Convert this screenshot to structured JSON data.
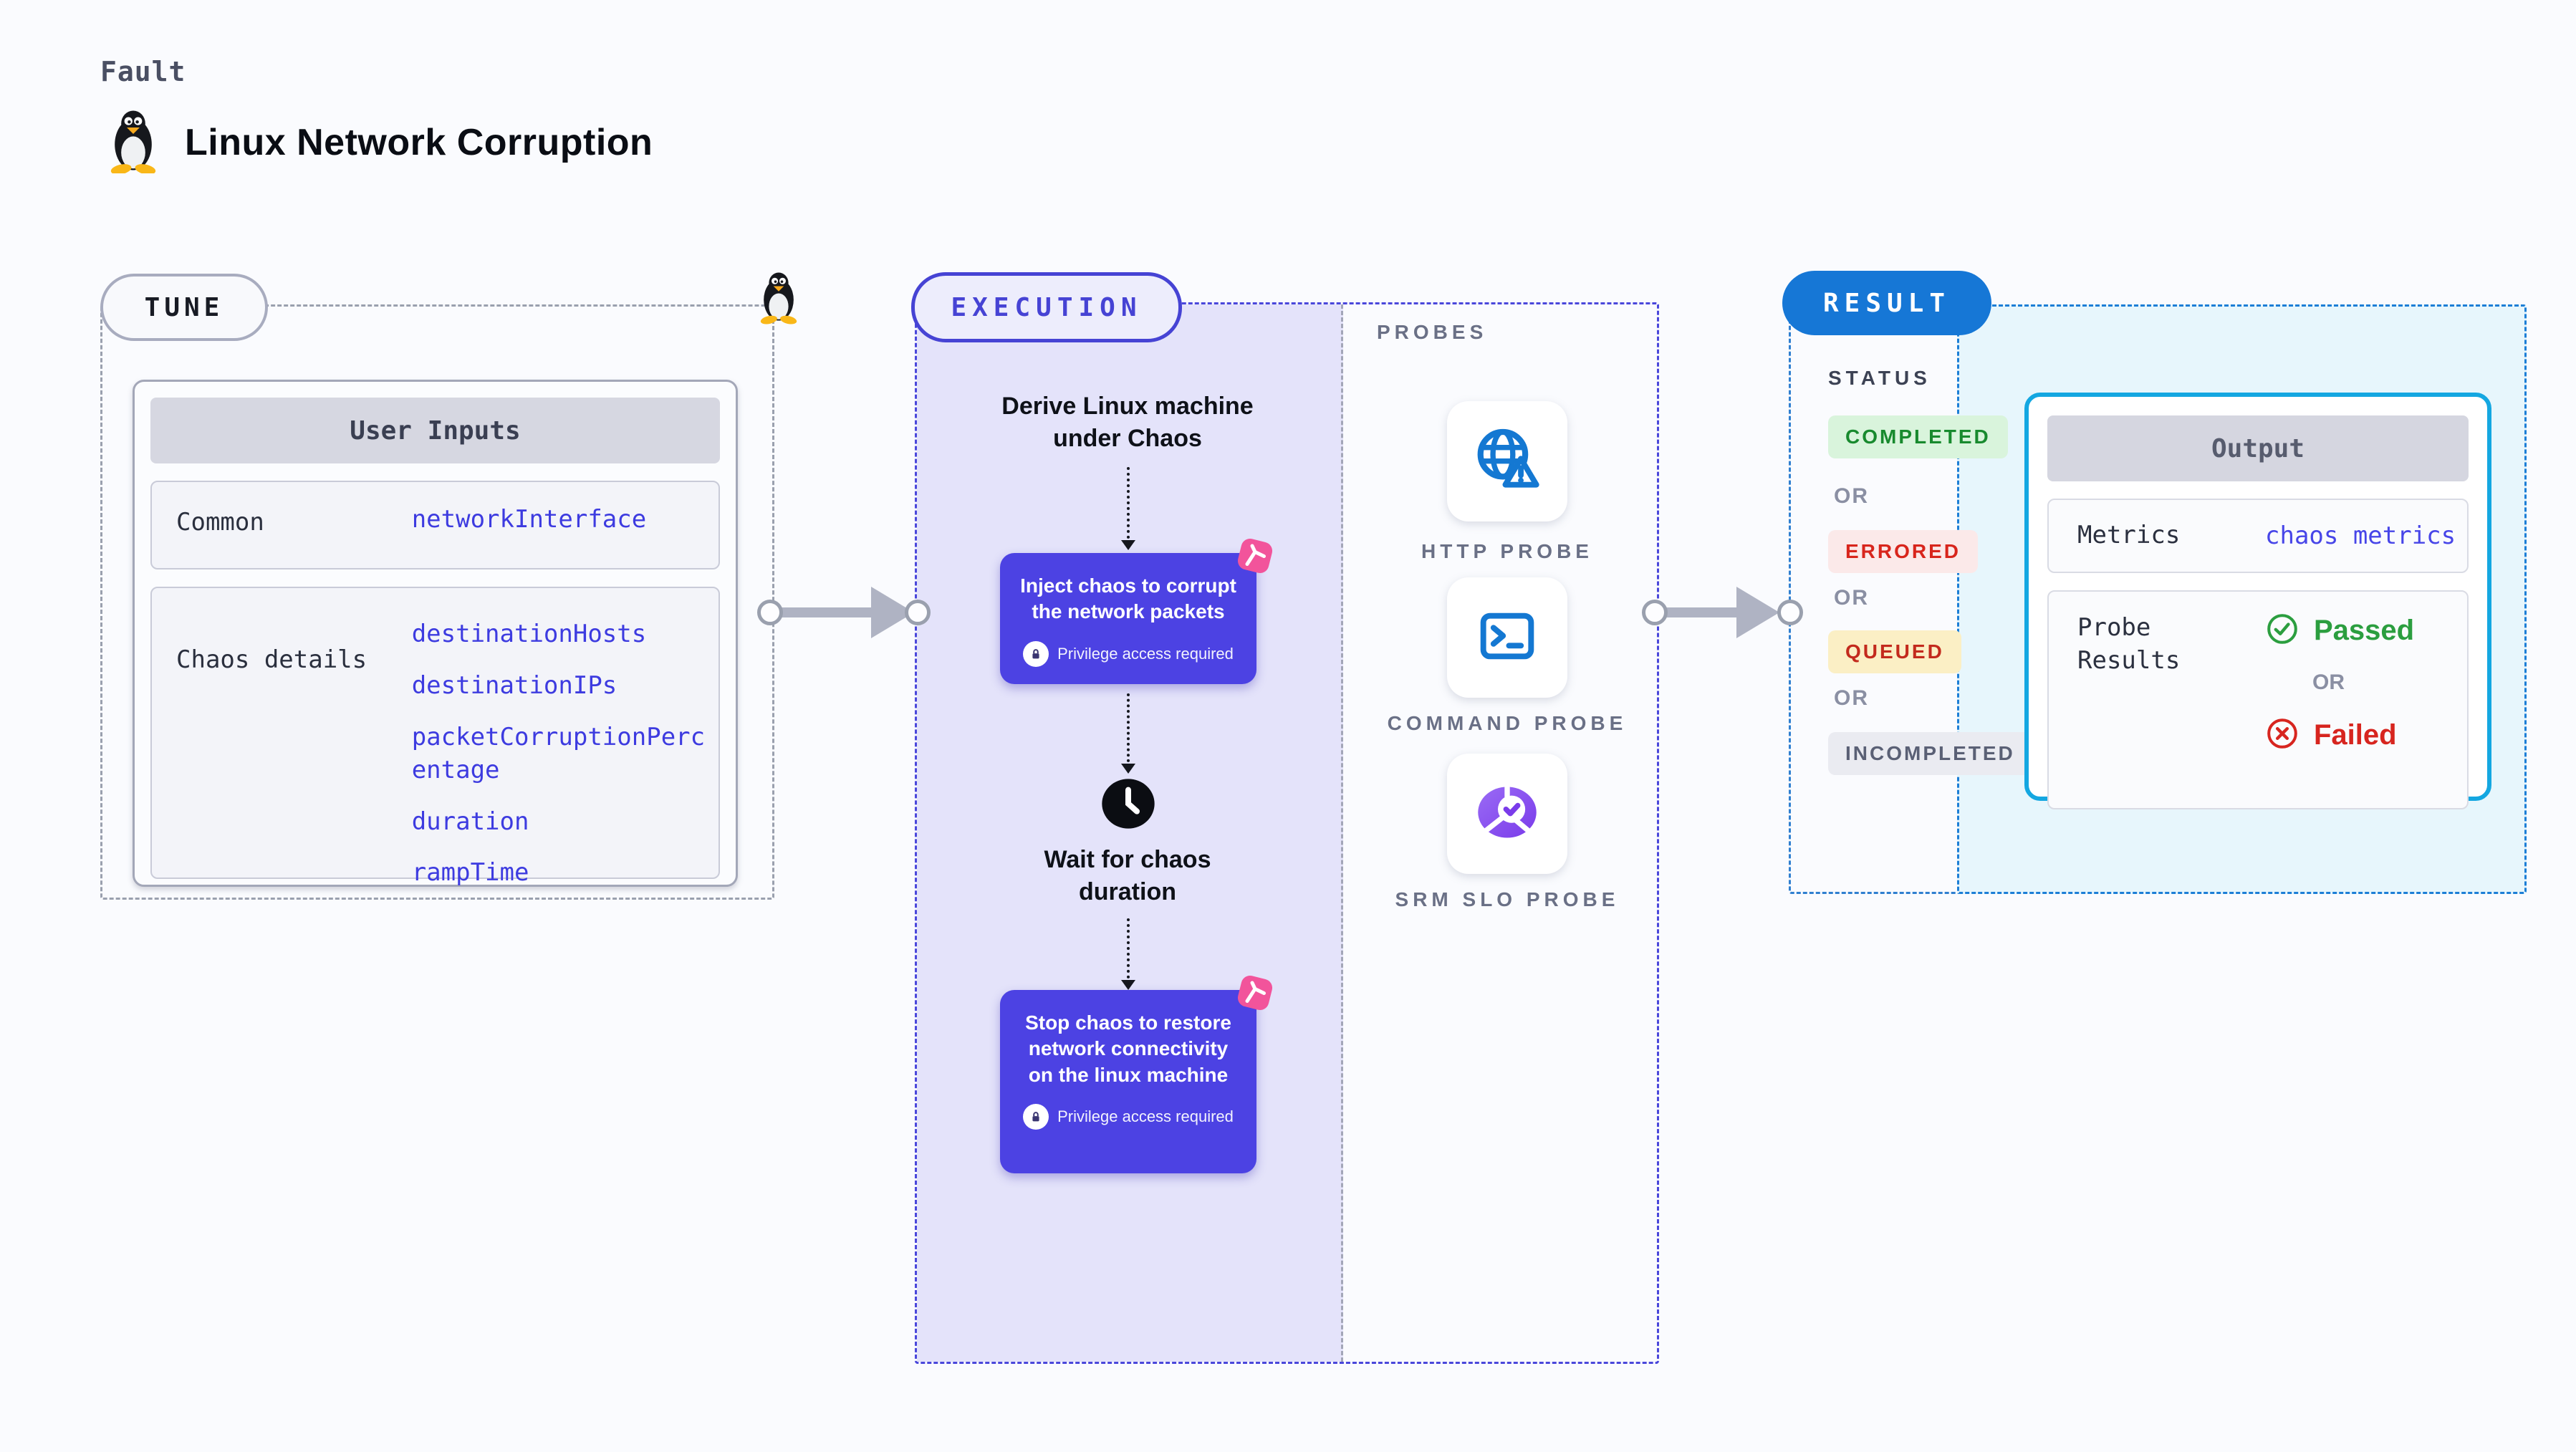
{
  "page": {
    "kicker": "Fault",
    "title": "Linux Network Corruption"
  },
  "tune": {
    "badge": "TUNE",
    "inputs_title": "User Inputs",
    "rows": [
      {
        "label": "Common",
        "values": [
          "networkInterface"
        ]
      },
      {
        "label": "Chaos details",
        "values": [
          "destinationHosts",
          "destinationIPs",
          "packetCorruptionPercentage",
          "duration",
          "rampTime"
        ]
      }
    ]
  },
  "execution": {
    "badge": "EXECUTION",
    "derive_step": "Derive Linux machine under Chaos",
    "inject_step": "Inject chaos to corrupt the network packets",
    "wait_step": "Wait for chaos duration",
    "stop_step": "Stop chaos to restore network connectivity on the linux machine",
    "privilege_note": "Privilege access required"
  },
  "probes": {
    "heading": "PROBES",
    "items": [
      {
        "label": "HTTP PROBE",
        "icon": "globe-alert-icon"
      },
      {
        "label": "COMMAND PROBE",
        "icon": "terminal-icon"
      },
      {
        "label": "SRM SLO PROBE",
        "icon": "slo-donut-icon"
      }
    ]
  },
  "result": {
    "badge": "RESULT",
    "status_heading": "STATUS",
    "or_label": "OR",
    "statuses": [
      "COMPLETED",
      "ERRORED",
      "QUEUED",
      "INCOMPLETED"
    ],
    "output": {
      "title": "Output",
      "metrics_label": "Metrics",
      "metrics_value": "chaos metrics",
      "probe_results_label": "Probe Results",
      "passed_label": "Passed",
      "failed_label": "Failed"
    }
  },
  "colors": {
    "page_bg": "#FAFBFE",
    "indigo_accent": "#4A47DB",
    "chaos_box": "#4C42E3",
    "lavender_panel": "#E4E3FA",
    "pink_chaos_icon": "#F2549B",
    "code_blue": "#3D3BE0",
    "result_badge_blue": "#1677D6",
    "output_border_cyan": "#14A7E1",
    "output_panel_bg": "#E7F6FC",
    "status_completed": "#188A2E",
    "status_errored": "#D8251C",
    "status_queued": "#C32A1D",
    "status_incompleted": "#5A6075",
    "passed_green": "#2B9E3F",
    "failed_red": "#D7251F",
    "arrow_grey": "#AFB3C3"
  }
}
